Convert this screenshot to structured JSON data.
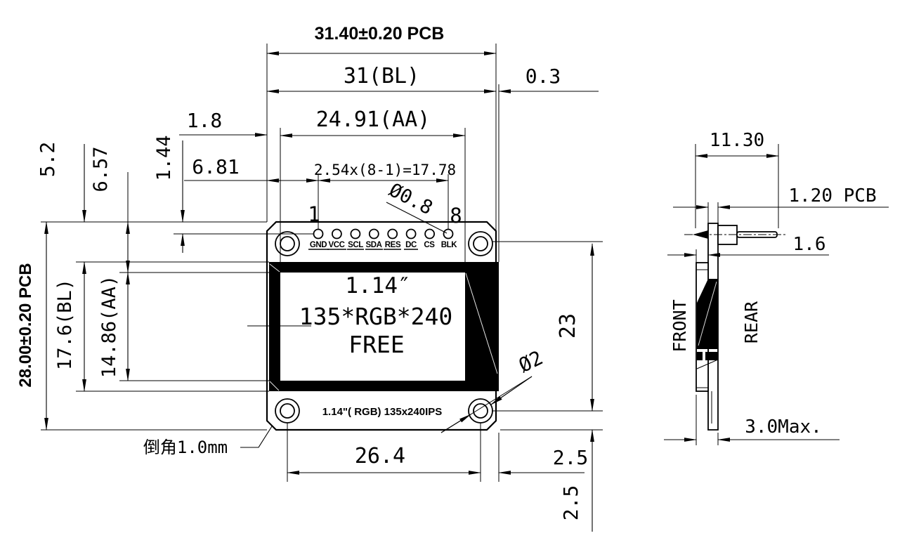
{
  "front_view": {
    "dims": {
      "pcb_width": "31.40±0.20 PCB",
      "bl_width": "31(BL)",
      "bl_overhang": "0.3",
      "aa_left_offset": "1.8",
      "aa_width": "24.91(AA)",
      "pin1_offset": "6.81",
      "pin_pitch": "2.54x(8-1)=17.78",
      "pin_hole_diameter": "Ø0.8",
      "pin_number_first": "1",
      "pin_number_last": "8",
      "pcb_height": "28.00±0.20 PCB",
      "bl_height": "17.6(BL)",
      "aa_height": "14.86(AA)",
      "bl_top_offset": "5.2",
      "aa_top_offset": "6.57",
      "pin_row_offset": "1.44",
      "hole_vspan": "23",
      "hole_diameter": "Ø2",
      "hole_hspan": "26.4",
      "hole_right_offset": "2.5",
      "hole_bottom_offset": "2.5",
      "chamfer_note": "倒角1.0mm"
    },
    "pin_labels": [
      "GND",
      "VCC",
      "SCL",
      "SDA",
      "RES",
      "DC",
      "CS",
      "BLK"
    ],
    "display": {
      "size_label": "1.14″",
      "resolution_label": "135*RGB*240",
      "type_label": "FREE"
    },
    "silkscreen_text": "1.14\"( RGB) 135x240IPS"
  },
  "side_view": {
    "dims": {
      "module_width": "11.30",
      "pcb_thickness": "1.20 PCB",
      "front_gap": "1.6",
      "max_thickness": "3.0Max."
    },
    "labels": {
      "front": "FRONT",
      "rear": "REAR"
    }
  },
  "colors": {
    "line": "#000000",
    "background": "#ffffff",
    "bezel_fill": "#000000"
  }
}
